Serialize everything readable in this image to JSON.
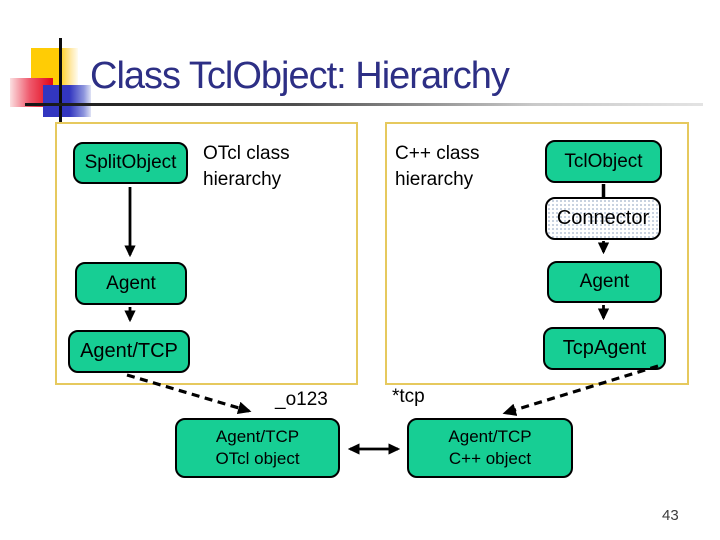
{
  "slide": {
    "title": "Class TclObject: Hierarchy",
    "page_number": "43"
  },
  "otcl_hierarchy": {
    "caption": "OTcl class\nhierarchy",
    "nodes": {
      "splitobject": "SplitObject",
      "agent": "Agent",
      "agent_tcp": "Agent/TCP"
    }
  },
  "cpp_hierarchy": {
    "caption": "C++ class\nhierarchy",
    "nodes": {
      "tclobject": "TclObject",
      "connector": "Connector",
      "agent": "Agent",
      "tcpagent": "TcpAgent"
    }
  },
  "instances": {
    "otcl_name": "_o123",
    "cpp_name": "*tcp",
    "otcl_object": "Agent/TCP\nOTcl object",
    "cpp_object": "Agent/TCP\nC++ object"
  },
  "colors": {
    "node_fill": "#17ce94",
    "panel_border": "#e6c95e",
    "title_text": "#2d2f85",
    "logo_yellow": "#ffcc05",
    "logo_red": "#e30b1e",
    "logo_blue": "#3236c0"
  }
}
